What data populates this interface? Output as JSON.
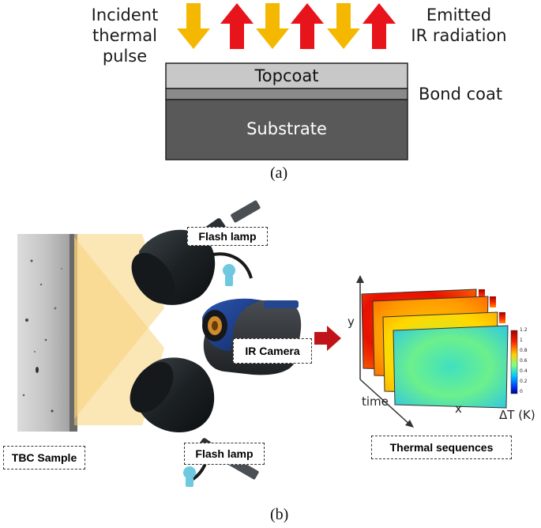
{
  "panel_a": {
    "incident_label_line1": "Incident",
    "incident_label_line2": "thermal pulse",
    "emitted_label_line1": "Emitted",
    "emitted_label_line2": "IR radiation",
    "layers": {
      "topcoat": "Topcoat",
      "bond_coat": "Bond coat",
      "substrate": "Substrate"
    },
    "caption": "(a)"
  },
  "panel_b": {
    "flash_lamp_top": "Flash lamp",
    "flash_lamp_bottom": "Flash lamp",
    "ir_camera": "IR Camera",
    "tbc_sample": "TBC Sample",
    "thermal_sequences": "Thermal sequences",
    "axes": {
      "y": "y",
      "time": "time",
      "x": "x"
    },
    "colorbar": {
      "label": "ΔT (K)",
      "ticks": [
        "1.2",
        "1",
        "0.8",
        "0.6",
        "0.4",
        "0.2",
        "0"
      ]
    },
    "caption": "(b)"
  },
  "colors": {
    "incident_arrow": "#f5b800",
    "emitted_arrow": "#e8141c",
    "topcoat": "#c8c8c8",
    "bond_coat": "#8a8a8a",
    "substrate": "#595959",
    "light_cone": "#f8d27a",
    "transfer_arrow": "#c0141a",
    "camera_blue": "#1e3f8a"
  }
}
